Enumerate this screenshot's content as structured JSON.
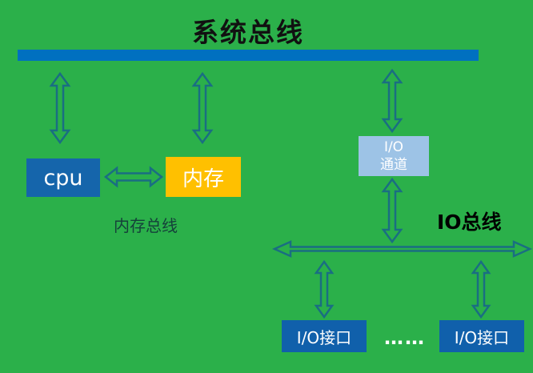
{
  "title": "系统总线",
  "colors": {
    "background": "#2bb04a",
    "system_bus_bar": "#0070c0",
    "cpu_box": "#1565ab",
    "memory_box": "#ffc000",
    "io_channel_box": "#9dc3e6",
    "io_interface_box": "#1060ab",
    "arrow_outline": "#1a6e82",
    "title_text": "#111111",
    "box_text": "#ffffff"
  },
  "nodes": {
    "cpu": {
      "label": "cpu"
    },
    "memory": {
      "label": "内存"
    },
    "io_channel": {
      "line1": "I/O",
      "line2": "通道"
    },
    "io_interface_1": {
      "label": "I/O接口"
    },
    "io_interface_2": {
      "label": "I/O接口"
    },
    "ellipsis": "……"
  },
  "labels": {
    "memory_bus": "内存总线",
    "io_bus": "IO总线"
  }
}
